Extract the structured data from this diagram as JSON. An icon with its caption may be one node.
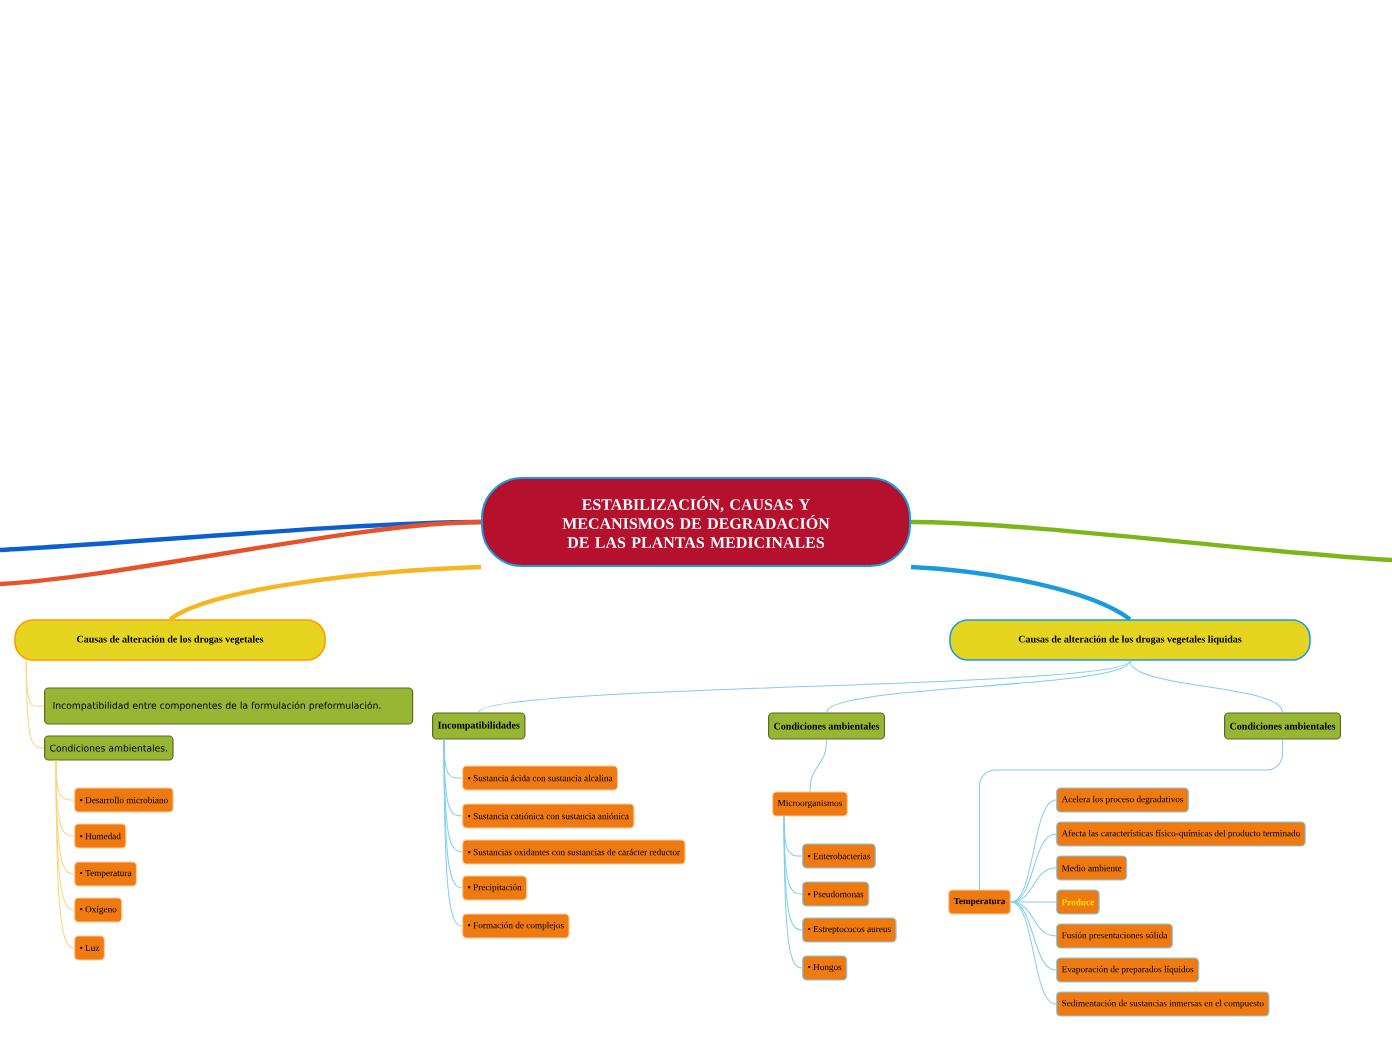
{
  "diagram": {
    "nodes": [
      {
        "text": [
          "ESTABILIZACIÓN, CAUSAS Y MECANISMOS DE DEGRADACIÓN DE LAS PLANTAS MEDICINALES"
        ]
      },
      {
        "text": [
          "Causas de alteración de los drogas vegetales"
        ]
      },
      {
        "text": [
          "Incompatibilidad entre componentes de la formulación preformulación."
        ]
      },
      {
        "text": [
          "Condiciones ambientales."
        ]
      },
      {
        "text": [
          "• Desarrollo microbiano"
        ]
      },
      {
        "text": [
          "• Humedad"
        ]
      },
      {
        "text": [
          "• Temperatura"
        ]
      },
      {
        "text": [
          "• Oxígeno"
        ]
      },
      {
        "text": [
          "• Luz"
        ]
      },
      {
        "text": [
          "Causas de alteración de los drogas vegetales liquidas"
        ]
      },
      {
        "text": [
          "Incompatibilidades"
        ]
      },
      {
        "text": [
          "• Sustancia ácida con sustancia alcalina"
        ]
      },
      {
        "text": [
          "• Sustancia catiónica con sustancia aniónica"
        ]
      },
      {
        "text": [
          "• Sustancias oxidantes con sustancias de carácter reductor"
        ]
      },
      {
        "text": [
          "• Precipitación"
        ]
      },
      {
        "text": [
          "• Formación de complejos"
        ]
      },
      {
        "text": [
          "Condiciones ambientales"
        ]
      },
      {
        "text": [
          "Microorganismos"
        ]
      },
      {
        "text": [
          "• Enterobacterias"
        ]
      },
      {
        "text": [
          "• Pseudomonas"
        ]
      },
      {
        "text": [
          "• Estreptococos aureus"
        ]
      },
      {
        "text": [
          "• Hongos"
        ]
      },
      {
        "text": [
          "Condiciones ambientales"
        ]
      },
      {
        "text": [
          "Temperatura"
        ]
      },
      {
        "text": [
          "Acelera los proceso degradativos"
        ]
      },
      {
        "text": [
          "Afecta las características físico-químicas del producto terminado"
        ]
      },
      {
        "text": [
          "Medio ambiente"
        ]
      },
      {
        "text": [
          "Produce"
        ]
      },
      {
        "text": [
          "Fusión presentaciones sólida"
        ]
      },
      {
        "text": [
          "Evaporación de preparados líquidos"
        ]
      },
      {
        "text": [
          "Sedimentación de sustancias inmersas en el compuesto"
        ]
      }
    ],
    "edges": [
      {
        "from": 0,
        "to": null,
        "arrow": "none",
        "style": "thick",
        "color": "#0b5fd0"
      },
      {
        "from": 0,
        "to": null,
        "arrow": "none",
        "style": "thick",
        "color": "#e8522a"
      },
      {
        "from": 0,
        "to": null,
        "arrow": "none",
        "style": "thick",
        "color": "#7cb518"
      },
      {
        "from": 0,
        "to": 1,
        "arrow": "none",
        "style": "thick",
        "color": "#f7b522"
      },
      {
        "from": 0,
        "to": 9,
        "arrow": "none",
        "style": "thick",
        "color": "#1a9be0"
      },
      {
        "from": 1,
        "to": 2,
        "arrow": "none",
        "color": "#ffd37a"
      },
      {
        "from": 1,
        "to": 3,
        "arrow": "none",
        "color": "#ffd37a"
      },
      {
        "from": 3,
        "to": 4,
        "arrow": "none",
        "color": "#ffd37a"
      },
      {
        "from": 3,
        "to": 5,
        "arrow": "none",
        "color": "#ffd37a"
      },
      {
        "from": 3,
        "to": 6,
        "arrow": "none",
        "color": "#ffd37a"
      },
      {
        "from": 3,
        "to": 7,
        "arrow": "none",
        "color": "#ffd37a"
      },
      {
        "from": 3,
        "to": 8,
        "arrow": "none",
        "color": "#ffd37a"
      },
      {
        "from": 9,
        "to": 10,
        "arrow": "none"
      },
      {
        "from": 9,
        "to": 16,
        "arrow": "none"
      },
      {
        "from": 9,
        "to": 22,
        "arrow": "none"
      },
      {
        "from": 10,
        "to": 11,
        "arrow": "none"
      },
      {
        "from": 10,
        "to": 12,
        "arrow": "none"
      },
      {
        "from": 10,
        "to": 13,
        "arrow": "none"
      },
      {
        "from": 10,
        "to": 14,
        "arrow": "none"
      },
      {
        "from": 10,
        "to": 15,
        "arrow": "none"
      },
      {
        "from": 16,
        "to": 17,
        "arrow": "none"
      },
      {
        "from": 17,
        "to": 18,
        "arrow": "none"
      },
      {
        "from": 17,
        "to": 19,
        "arrow": "none"
      },
      {
        "from": 17,
        "to": 20,
        "arrow": "none"
      },
      {
        "from": 17,
        "to": 21,
        "arrow": "none"
      },
      {
        "from": 22,
        "to": 23,
        "arrow": "none"
      },
      {
        "from": 23,
        "to": 24,
        "arrow": "none"
      },
      {
        "from": 23,
        "to": 25,
        "arrow": "none"
      },
      {
        "from": 23,
        "to": 26,
        "arrow": "none"
      },
      {
        "from": 23,
        "to": 27,
        "arrow": "none"
      },
      {
        "from": 23,
        "to": 28,
        "arrow": "none"
      },
      {
        "from": 23,
        "to": 29,
        "arrow": "none"
      },
      {
        "from": 23,
        "to": 30,
        "arrow": "none"
      }
    ]
  }
}
